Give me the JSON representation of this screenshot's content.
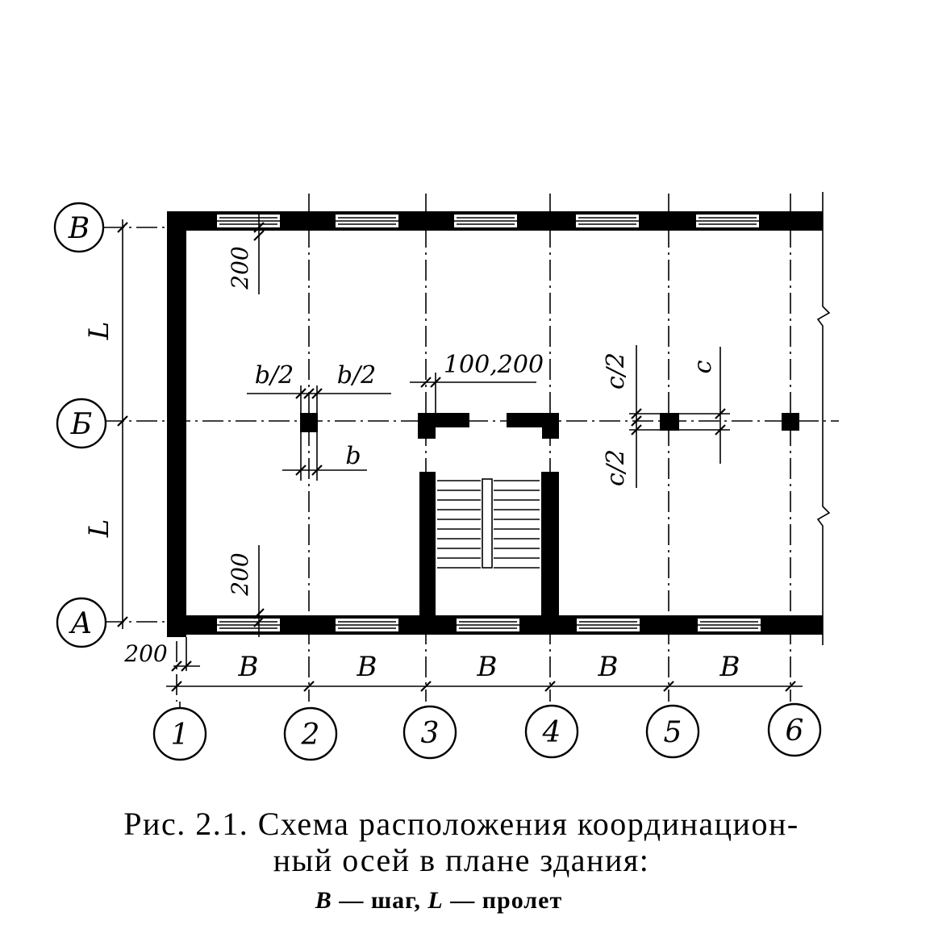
{
  "axes": {
    "letters": [
      "А",
      "Б",
      "В"
    ],
    "numbers": [
      "1",
      "2",
      "3",
      "4",
      "5",
      "6"
    ]
  },
  "dimensions": {
    "span": "L",
    "step": "B",
    "offset": "200",
    "half_b": "b/2",
    "b": "b",
    "offset_range": "100,200",
    "half_c": "c/2",
    "c": "c"
  },
  "caption": {
    "line1": "Рис. 2.1. Схема расположения координацион-",
    "line2": "ный осей в плане здания:",
    "line3_b": "B",
    "line3_sep1": " — шаг, ",
    "line3_l": "L",
    "line3_sep2": " — пролет"
  }
}
